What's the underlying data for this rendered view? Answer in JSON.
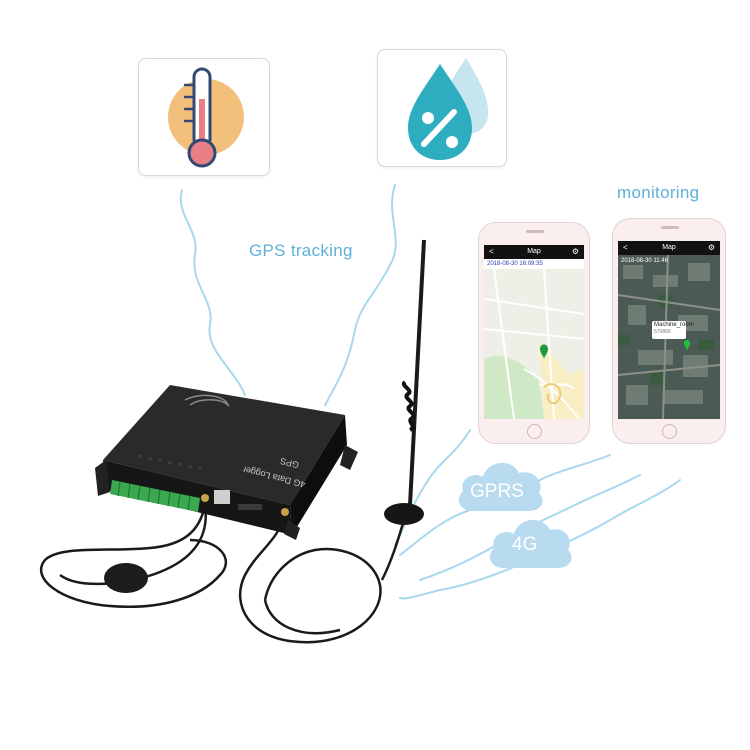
{
  "labels": {
    "gps_tracking": "GPS tracking",
    "monitoring": "monitoring"
  },
  "icons": {
    "thermometer": "thermometer-icon",
    "humidity": "humidity-drop-icon"
  },
  "phone_left": {
    "title": "Map",
    "timestamp": "2018-08-30 16:09:35"
  },
  "phone_right": {
    "title": "Map",
    "timestamp": "2018-08-30 11:46",
    "popup_title": "Machine_room",
    "popup_sub": "570866"
  },
  "clouds": {
    "gprs": "GPRS",
    "fourg": "4G"
  },
  "device": {
    "name": "4G Data Logger",
    "gps": "GPS"
  },
  "colors": {
    "wave": "#a9d8ee",
    "label": "#5fb0db",
    "cloud": "#b9dbef",
    "thermo_circle": "#f3c07c",
    "drop": "#2eadc1"
  }
}
